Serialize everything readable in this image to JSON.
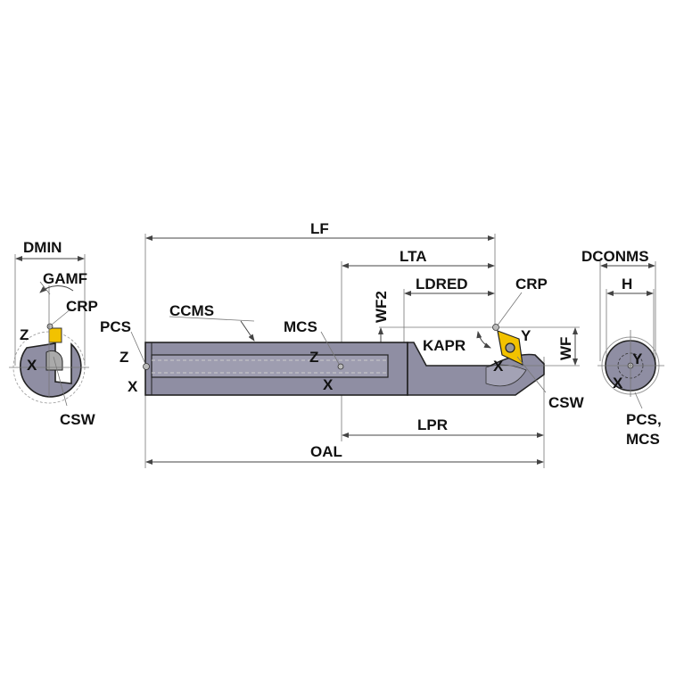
{
  "title": "Boring bar dimension diagram",
  "colors": {
    "body": "#8f8ea3",
    "insert": "#f2c200",
    "line": "#444444"
  },
  "labels": {
    "lf": "LF",
    "lta": "LTA",
    "ldred": "LDRED",
    "crp": "CRP",
    "wf2": "WF2",
    "kapr": "KAPR",
    "wf": "WF",
    "csw": "CSW",
    "lpr": "LPR",
    "oal": "OAL",
    "ccms": "CCMS",
    "pcs": "PCS",
    "mcs": "MCS",
    "z": "Z",
    "x": "X",
    "y": "Y",
    "dmin": "DMIN",
    "gamf": "GAMF",
    "dconms": "DCONMS",
    "h": "H",
    "pcs_mcs_1": "PCS,",
    "pcs_mcs_2": "MCS"
  }
}
